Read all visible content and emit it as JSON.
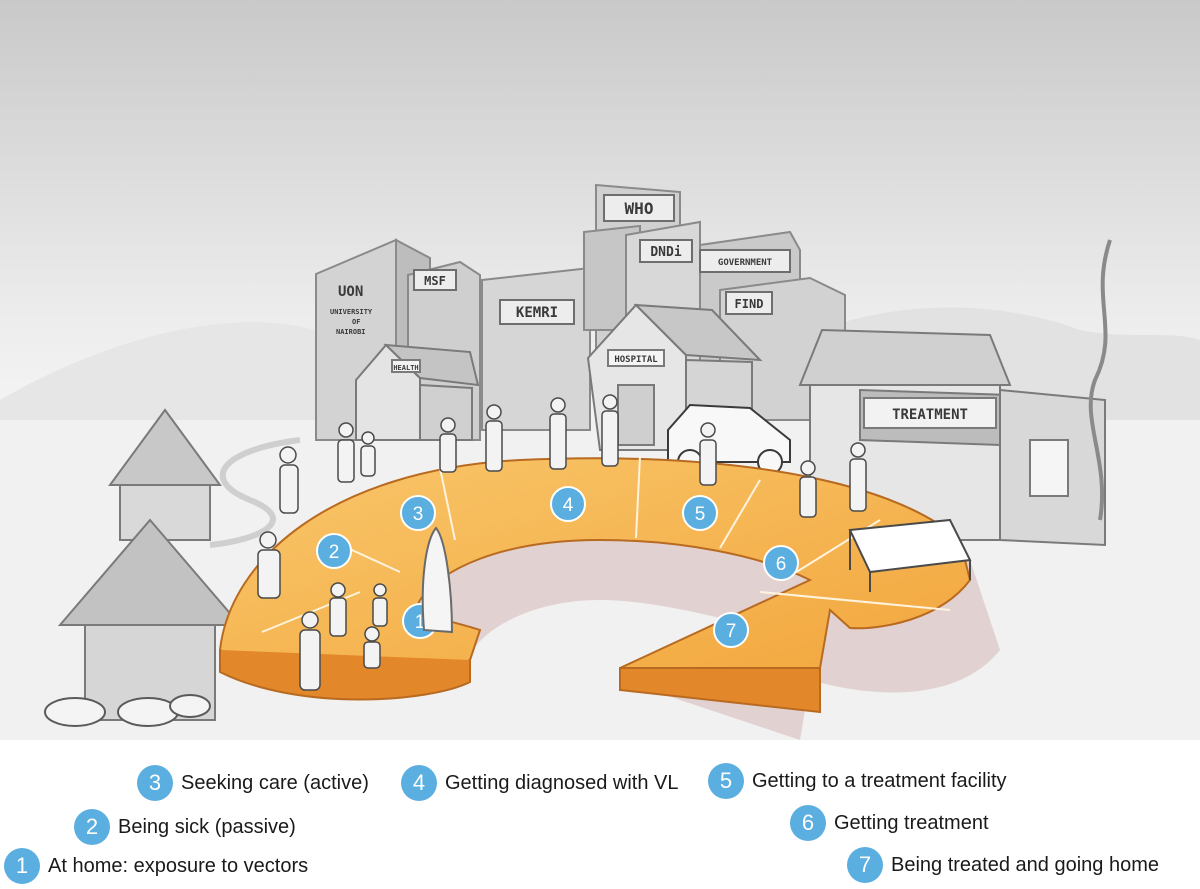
{
  "signs": {
    "who": "WHO",
    "dndi": "DNDi",
    "government": "GOVERNMENT",
    "find": "FIND",
    "kemri": "KEMRI",
    "msf": "MSF",
    "uon_title": "UON",
    "uon_line1": "UNIVERSITY",
    "uon_line2": "OF",
    "uon_line3": "NAIROBI",
    "health": "HEALTH",
    "hospital": "HOSPITAL",
    "treatment": "TREATMENT"
  },
  "path_steps": [
    "1",
    "2",
    "3",
    "4",
    "5",
    "6",
    "7"
  ],
  "legend": [
    {
      "number": "1",
      "label": "At home: exposure to vectors"
    },
    {
      "number": "2",
      "label": "Being sick (passive)"
    },
    {
      "number": "3",
      "label": "Seeking care (active)"
    },
    {
      "number": "4",
      "label": "Getting diagnosed with VL"
    },
    {
      "number": "5",
      "label": "Getting to a treatment facility"
    },
    {
      "number": "6",
      "label": "Getting treatment"
    },
    {
      "number": "7",
      "label": "Being treated and going home"
    }
  ],
  "colors": {
    "badge": "#5aaee0",
    "path_top": "#f6b24a",
    "path_side": "#e28a2a",
    "shadow": "#c9a3a3",
    "building": "#d4d4d4",
    "sky_top": "#cfcfcf"
  }
}
